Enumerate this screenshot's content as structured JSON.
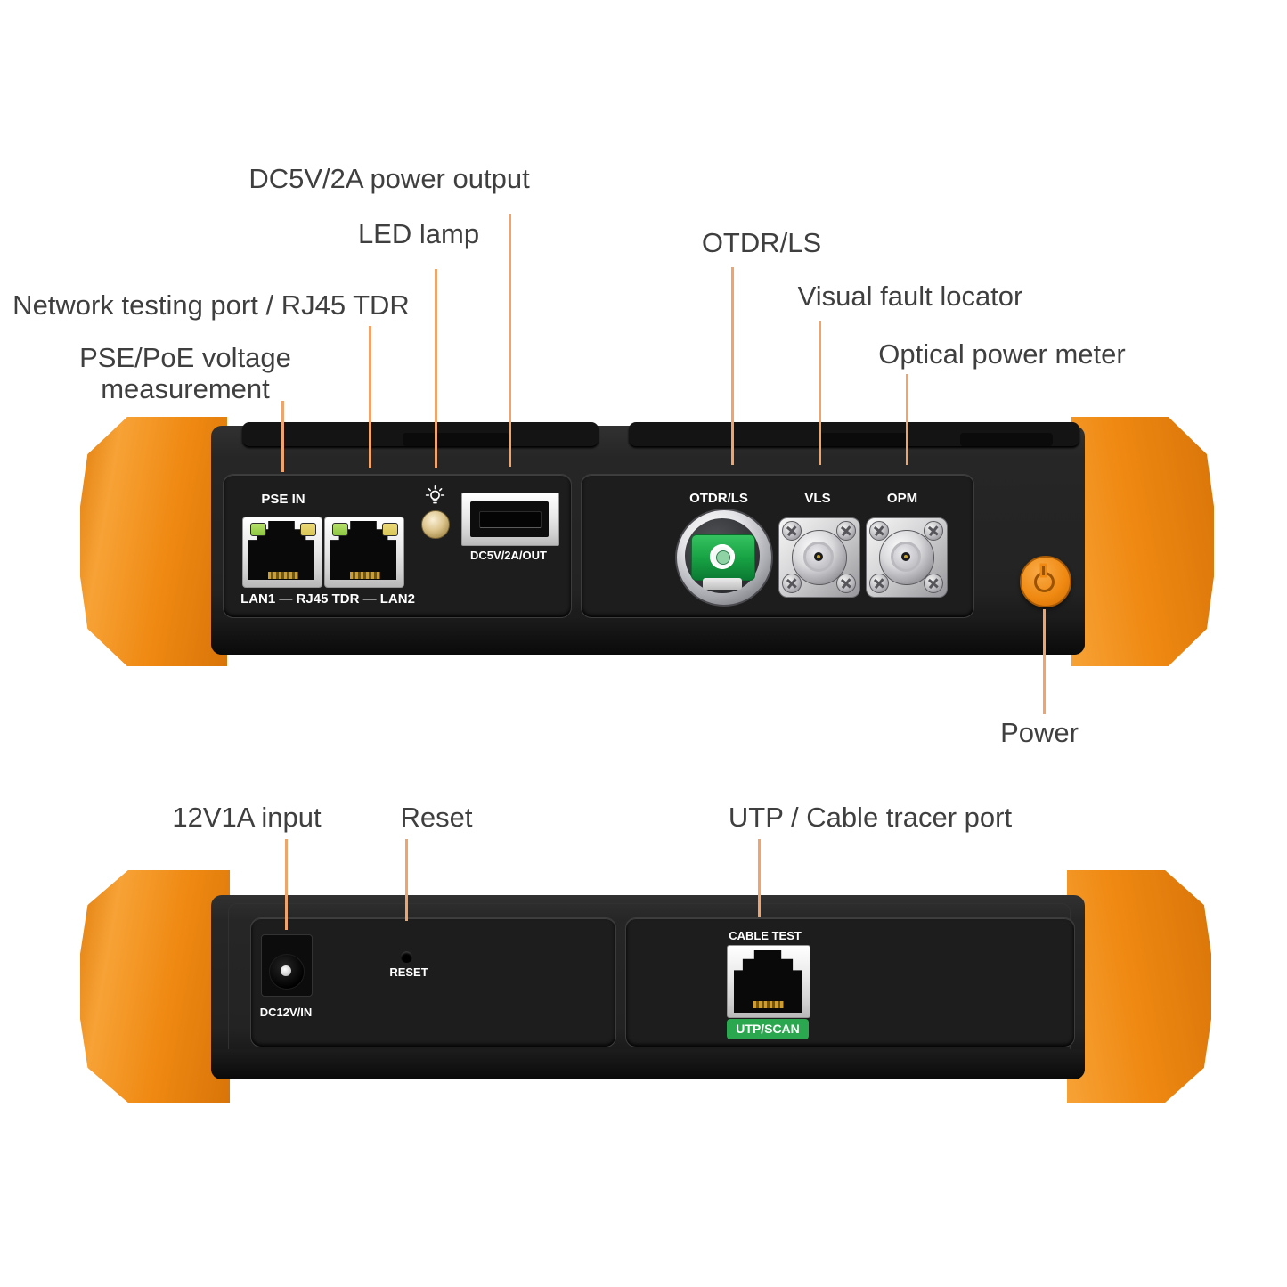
{
  "annotations": {
    "dc5v": "DC5V/2A power output",
    "led": "LED lamp",
    "network": "Network testing port / RJ45 TDR",
    "pse1": "PSE/PoE voltage",
    "pse2": "measurement",
    "otdr": "OTDR/LS",
    "vfl": "Visual fault locator",
    "opm": "Optical power meter",
    "power": "Power",
    "dc12v": "12V1A input",
    "reset": "Reset",
    "utp": "UTP / Cable tracer port"
  },
  "top_panel": {
    "pse_in": "PSE IN",
    "lan": "LAN1 — RJ45 TDR — LAN2",
    "usb": "DC5V/2A/OUT",
    "otdr": "OTDR/LS",
    "vls": "VLS",
    "opm": "OPM"
  },
  "bottom_panel": {
    "dc": "DC12V/IN",
    "reset": "RESET",
    "cable_test": "CABLE TEST",
    "utp_scan": "UTP/SCAN"
  },
  "colors": {
    "orange": "#EF8912",
    "orange_light": "#F7A13A",
    "orange_dark": "#D87106",
    "leader": "#F0A46B",
    "ink": "#3F3F3F",
    "badge_green": "#2BA84F",
    "sc_green": "#18A344",
    "led_green": "#8CC63F",
    "led_yellow": "#D8C656",
    "device_black": "#222222",
    "panel_black": "#1D1D1D"
  }
}
